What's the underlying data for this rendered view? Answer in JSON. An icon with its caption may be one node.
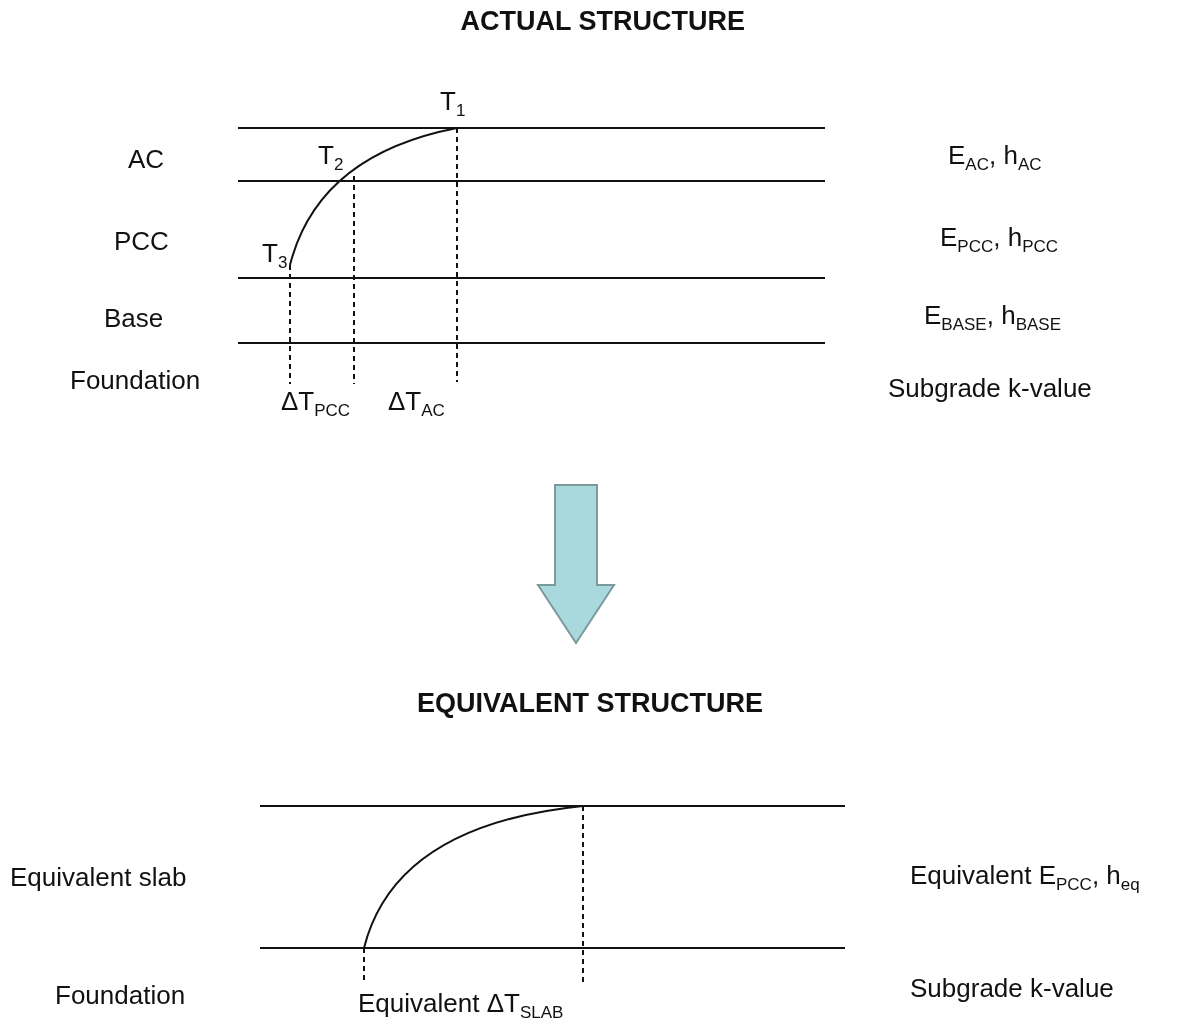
{
  "diagram": {
    "title": "ACTUAL STRUCTURE",
    "labels": [
      "T$_{1}$",
      "AC",
      "T$_{2}$",
      "E$_{AC}$, h$_{AC}$",
      "PCC",
      "T$_{3}$",
      "E$_{PCC}$, h$_{PCC}$",
      "Base",
      "E$_{BASE}$, h$_{BASE}$",
      "Foundation",
      "ΔT$_{PCC}$",
      "ΔT$_{AC}$",
      "Subgrade k-value",
      "EQUIVALENT STRUCTURE",
      "Equivalent slab",
      "Equivalent E$_{PCC}$, h$_{eq}$",
      "Foundation",
      "Equivalent ΔT$_{SLAB}$",
      "Subgrade k-value"
    ]
  }
}
